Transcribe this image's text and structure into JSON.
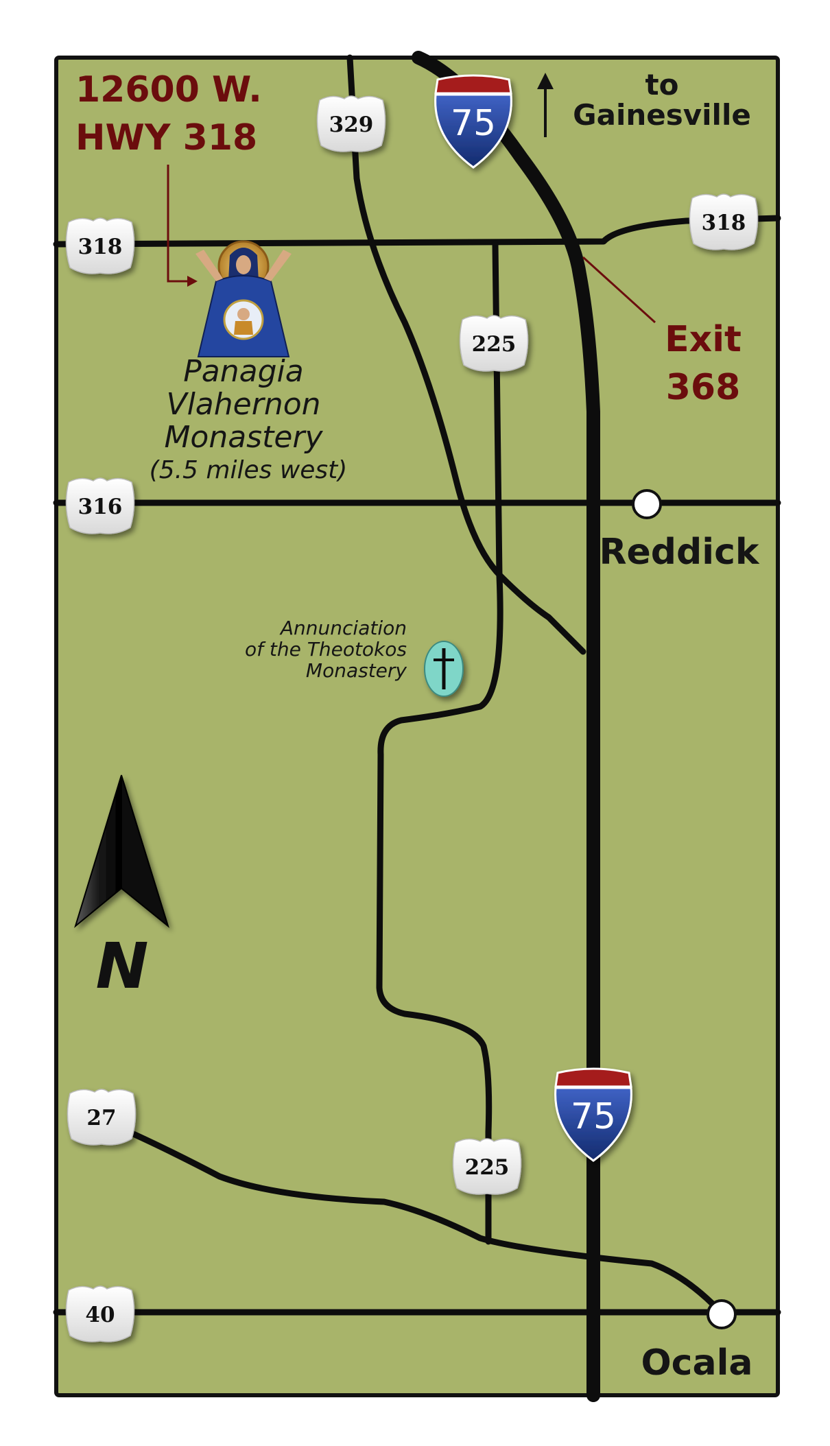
{
  "address": {
    "line1": "12600 W.",
    "line2": "HWY 318"
  },
  "direction": {
    "to_label": "to",
    "city": "Gainesville"
  },
  "exit": {
    "label": "Exit",
    "number": "368"
  },
  "monastery_main": {
    "line1": "Panagia",
    "line2": "Vlahernon",
    "line3": "Monastery",
    "distance": "(5.5 miles west)"
  },
  "monastery_secondary": {
    "line1": "Annunciation",
    "line2": "of the Theotokos",
    "line3": "Monastery"
  },
  "towns": {
    "reddick": "Reddick",
    "ocala": "Ocala"
  },
  "compass": {
    "label": "N"
  },
  "shields": {
    "us_318_west": "318",
    "us_318_east": "318",
    "us_316": "316",
    "us_27": "27",
    "us_40": "40",
    "sr_329": "329",
    "sr_225_north": "225",
    "sr_225_south": "225"
  },
  "interstate": {
    "north": "75",
    "south": "75"
  },
  "colors": {
    "map_background": "#a8b46a",
    "road": "#0d0d0d",
    "border": "#111111",
    "label_red": "#6b0d0d",
    "interstate_blue": "#1f3c8c",
    "interstate_red": "#a51d1d",
    "cross_marker": "#7fd6c8"
  },
  "icons": {
    "compass": "north-arrow-icon",
    "monastery": "theotokos-icon-image",
    "cross": "cross-icon",
    "town": "town-dot-icon"
  }
}
